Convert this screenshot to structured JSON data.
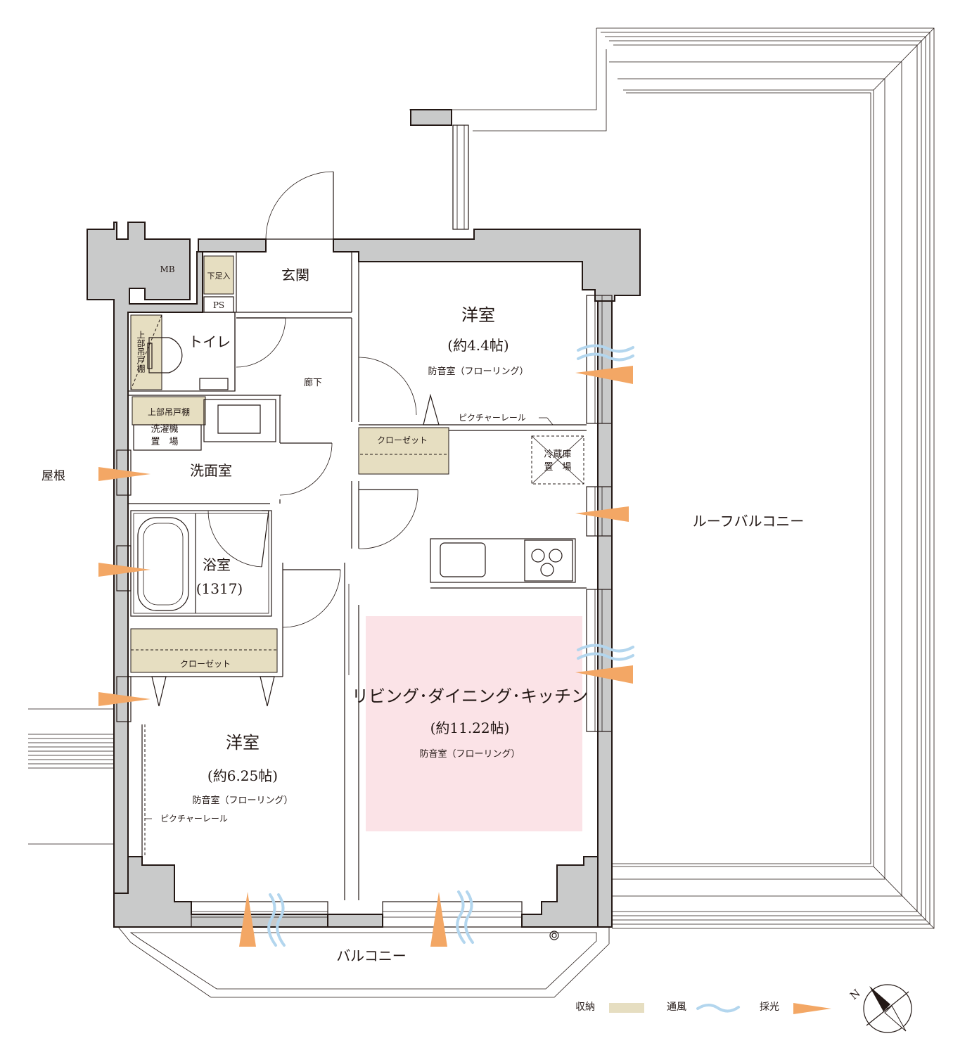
{
  "rooms": {
    "western_room_1": {
      "name": "洋室",
      "size": "(約4.4帖)",
      "note": "防音室（フローリング）"
    },
    "western_room_2": {
      "name": "洋室",
      "size": "(約6.25帖)",
      "note": "防音室（フローリング）"
    },
    "ldk": {
      "name": "リビング･ダイニング･キッチン",
      "size": "(約11.22帖)",
      "note": "防音室（フローリング）",
      "highlight_color": "#fbe3e7"
    },
    "entrance": "玄関",
    "toilet": "トイレ",
    "hallway": "廊下",
    "washroom": "洗面室",
    "bathroom": {
      "name": "浴室",
      "size": "(1317)"
    }
  },
  "labels": {
    "mb": "MB",
    "ps": "PS",
    "shoe_storage": "下足入",
    "upper_cabinet": "上部吊戸棚",
    "upper_cabinet_toilet": "上部吊戸棚",
    "washer_line1": "洗濯機",
    "washer_line2": "置　場",
    "fridge_line1": "冷蔵庫",
    "fridge_line2": "置　場",
    "closet_upper": "クローゼット",
    "closet_lower": "クローゼット",
    "picture_rail_upper": "ピクチャーレール",
    "picture_rail_lower": "ピクチャーレール",
    "roof": "屋根",
    "roof_balcony": "ルーフバルコニー",
    "balcony": "バルコニー"
  },
  "legend": {
    "storage": {
      "label": "収納",
      "color": "#e6dec1"
    },
    "ventilation": {
      "label": "通風",
      "color": "#b3d6ee"
    },
    "daylight": {
      "label": "採光",
      "color": "#f3a765"
    }
  },
  "compass": {
    "label": "N"
  }
}
